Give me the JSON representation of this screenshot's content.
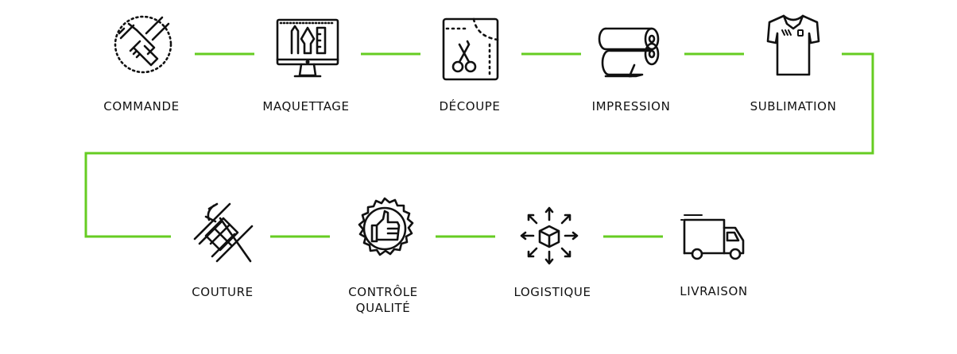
{
  "colors": {
    "connector": "#66cc22",
    "icon": "#111111",
    "background": "#ffffff"
  },
  "steps": [
    {
      "label": "COMMANDE",
      "icon": "handshake-icon"
    },
    {
      "label": "MAQUETTAGE",
      "icon": "monitor-design-icon"
    },
    {
      "label": "DÉCOUPE",
      "icon": "scissors-cutting-icon"
    },
    {
      "label": "IMPRESSION",
      "icon": "paper-rolls-icon"
    },
    {
      "label": "SUBLIMATION",
      "icon": "jersey-icon"
    },
    {
      "label": "COUTURE",
      "icon": "thread-spool-needle-icon"
    },
    {
      "label_line1": "CONTRÔLE",
      "label_line2": "QUALITÉ",
      "icon": "quality-badge-thumbs-up-icon"
    },
    {
      "label": "LOGISTIQUE",
      "icon": "package-distribution-icon"
    },
    {
      "label": "LIVRAISON",
      "icon": "delivery-truck-icon"
    }
  ]
}
